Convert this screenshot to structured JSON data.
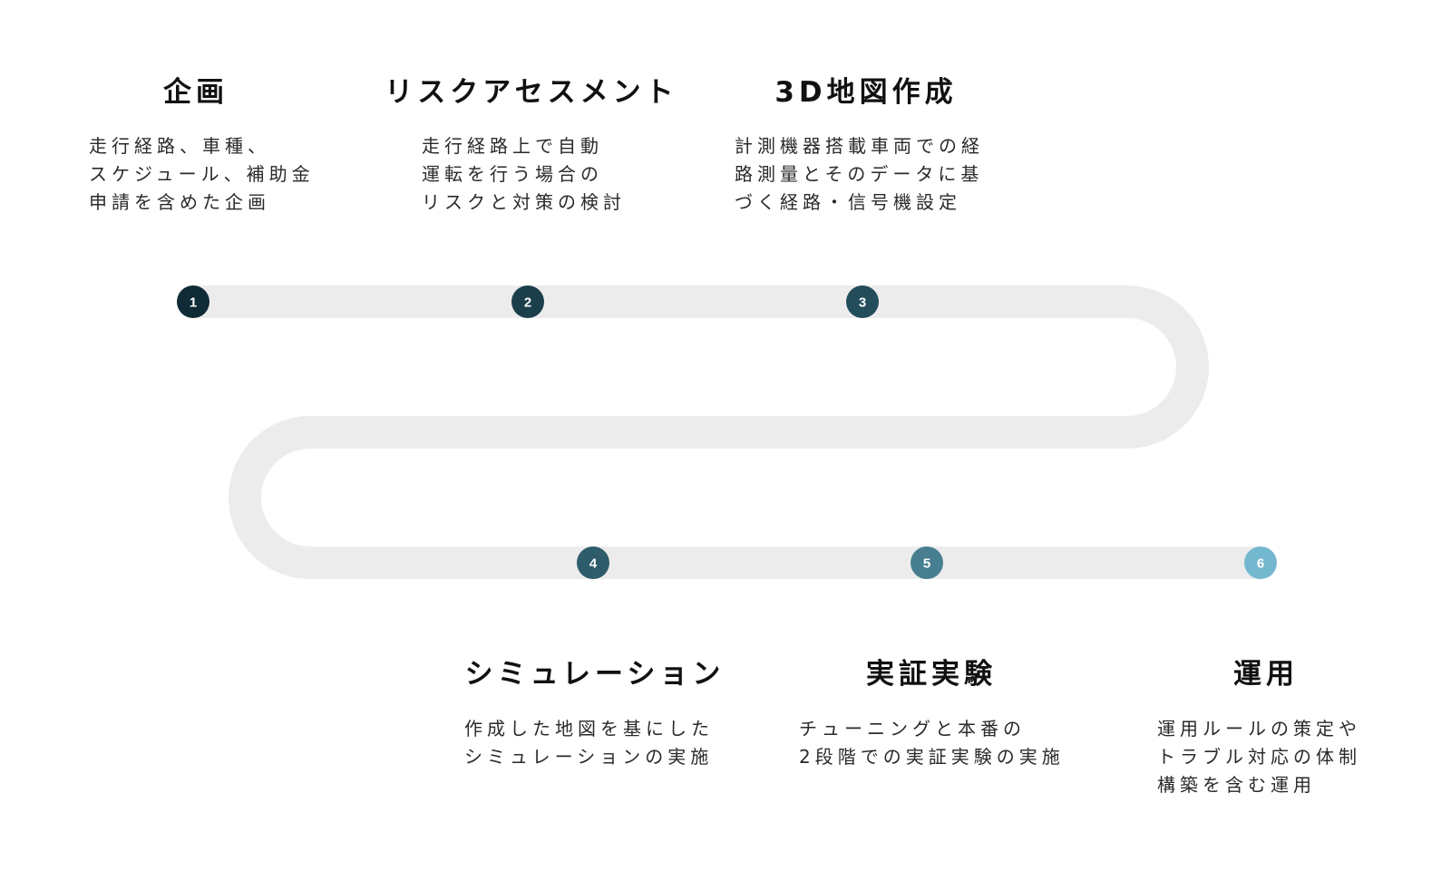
{
  "colors": {
    "road": "#ececec",
    "node_1": "#0f2b35",
    "node_2": "#1b3e4b",
    "node_3": "#234d5b",
    "node_4": "#2e5c6b",
    "node_5": "#477f91",
    "node_6": "#74b8cf"
  },
  "steps": [
    {
      "number": "1",
      "title": "企画",
      "desc": [
        "走行経路、車種、",
        "スケジュール、補助金",
        "申請を含めた企画"
      ]
    },
    {
      "number": "2",
      "title": "リスクアセスメント",
      "desc": [
        "走行経路上で自動",
        "運転を行う場合の",
        "リスクと対策の検討"
      ]
    },
    {
      "number": "3",
      "title": "3D地図作成",
      "desc": [
        "計測機器搭載車両での経",
        "路測量とそのデータに基",
        "づく経路・信号機設定"
      ]
    },
    {
      "number": "4",
      "title": "シミュレーション",
      "desc": [
        "作成した地図を基にした",
        "シミュレーションの実施"
      ]
    },
    {
      "number": "5",
      "title": "実証実験",
      "desc": [
        "チューニングと本番の",
        "2段階での実証実験の実施"
      ]
    },
    {
      "number": "6",
      "title": "運用",
      "desc": [
        "運用ルールの策定や",
        "トラブル対応の体制",
        "構築を含む運用"
      ]
    }
  ]
}
